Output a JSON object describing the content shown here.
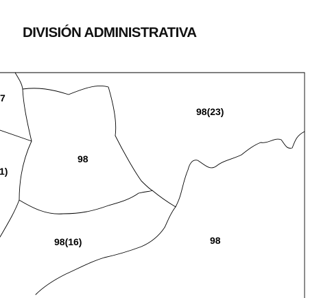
{
  "title": "DIVISIÓN ADMINISTRATIVA",
  "parcels": [
    {
      "id": "p-7",
      "label": "7"
    },
    {
      "id": "p-98-23",
      "label": "98(23)"
    },
    {
      "id": "p-98-a",
      "label": "98"
    },
    {
      "id": "p-1",
      "label": "1)"
    },
    {
      "id": "p-98-16",
      "label": "98(16)"
    },
    {
      "id": "p-98-b",
      "label": "98"
    }
  ]
}
